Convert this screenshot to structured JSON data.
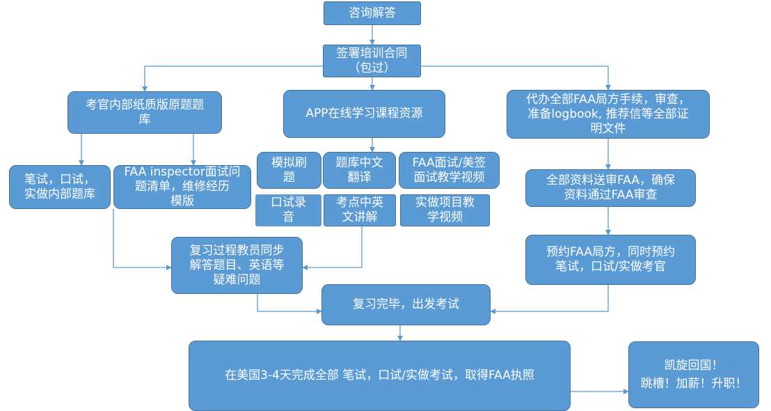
{
  "nodes": {
    "consult": "咨询解答",
    "contract": "签署培训合同\n（包过）",
    "question_bank": "考官内部纸质版原题题\n库",
    "app_resources": "APP在线学习课程资源",
    "faa_services": "代办全部FAA局方手续，审查，\n准备logbook, 推荐信等全部证\n明文件",
    "exam_prep": "笔试，口试，\n实做内部题库",
    "inspector_list": "FAA inspector面试问\n题清单，维修经历\n模版",
    "mock_drill": "模拟刷\n题",
    "bank_translation": "题库中文\n翻译",
    "interview_video": "FAA面试/美签\n面试教学视频",
    "oral_audio": "口试录\n音",
    "key_points": "考点中英\n文讲解",
    "practical_video": "实做项目教\n学视频",
    "submit_faa": "全部资料送审FAA，确保\n资料通过FAA审查",
    "teacher_sync": "复习过程教员同步\n解答题目、英语等\n疑难问题",
    "book_exam": "预约FAA局方，同时预约\n笔试，口试/实做考官",
    "review_done": "复习完毕，出发考试",
    "usa_exam": "在美国3-4天完成全部 笔试，口试/实做考试，取得FAA执照",
    "return_home": "凯旋回国！\n跳槽！加薪！升职！"
  },
  "colors": {
    "node_fill": "#5b9bd5",
    "node_border": "#41719c",
    "connector": "#5b9bd5",
    "text": "#ffffff"
  }
}
